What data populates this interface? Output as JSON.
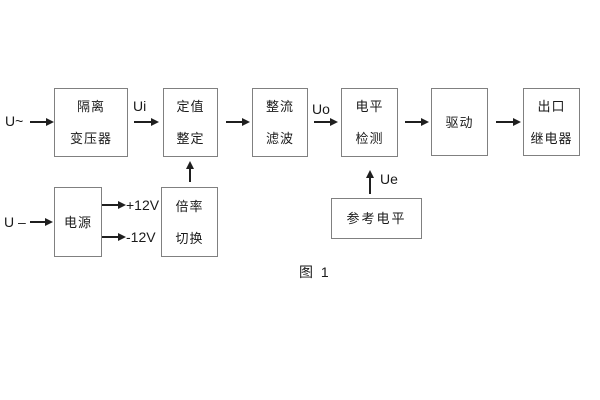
{
  "boxes": {
    "isolation": {
      "line1": "隔离",
      "line2": "变压器"
    },
    "setting": {
      "line1": "定值",
      "line2": "整定"
    },
    "rectifier": {
      "line1": "整流",
      "line2": "滤波"
    },
    "level": {
      "line1": "电平",
      "line2": "检测"
    },
    "driver": {
      "line1": "驱动"
    },
    "output": {
      "line1": "出口",
      "line2": "继电器"
    },
    "power": {
      "line1": "电源"
    },
    "ratio": {
      "line1": "倍率",
      "line2": "切换"
    },
    "reference": {
      "line1": "参考电平"
    }
  },
  "signals": {
    "input_ac": "U~",
    "input_dc": "U –",
    "ui": "Ui",
    "uo": "Uo",
    "ue": "Ue",
    "rail_pos": "+12V",
    "rail_neg": "-12V"
  },
  "caption": "图 1",
  "colors": {
    "background": "#ffffff",
    "box_border": "#808080",
    "text": "#1a1a1a",
    "arrow": "#1f1f1f"
  }
}
